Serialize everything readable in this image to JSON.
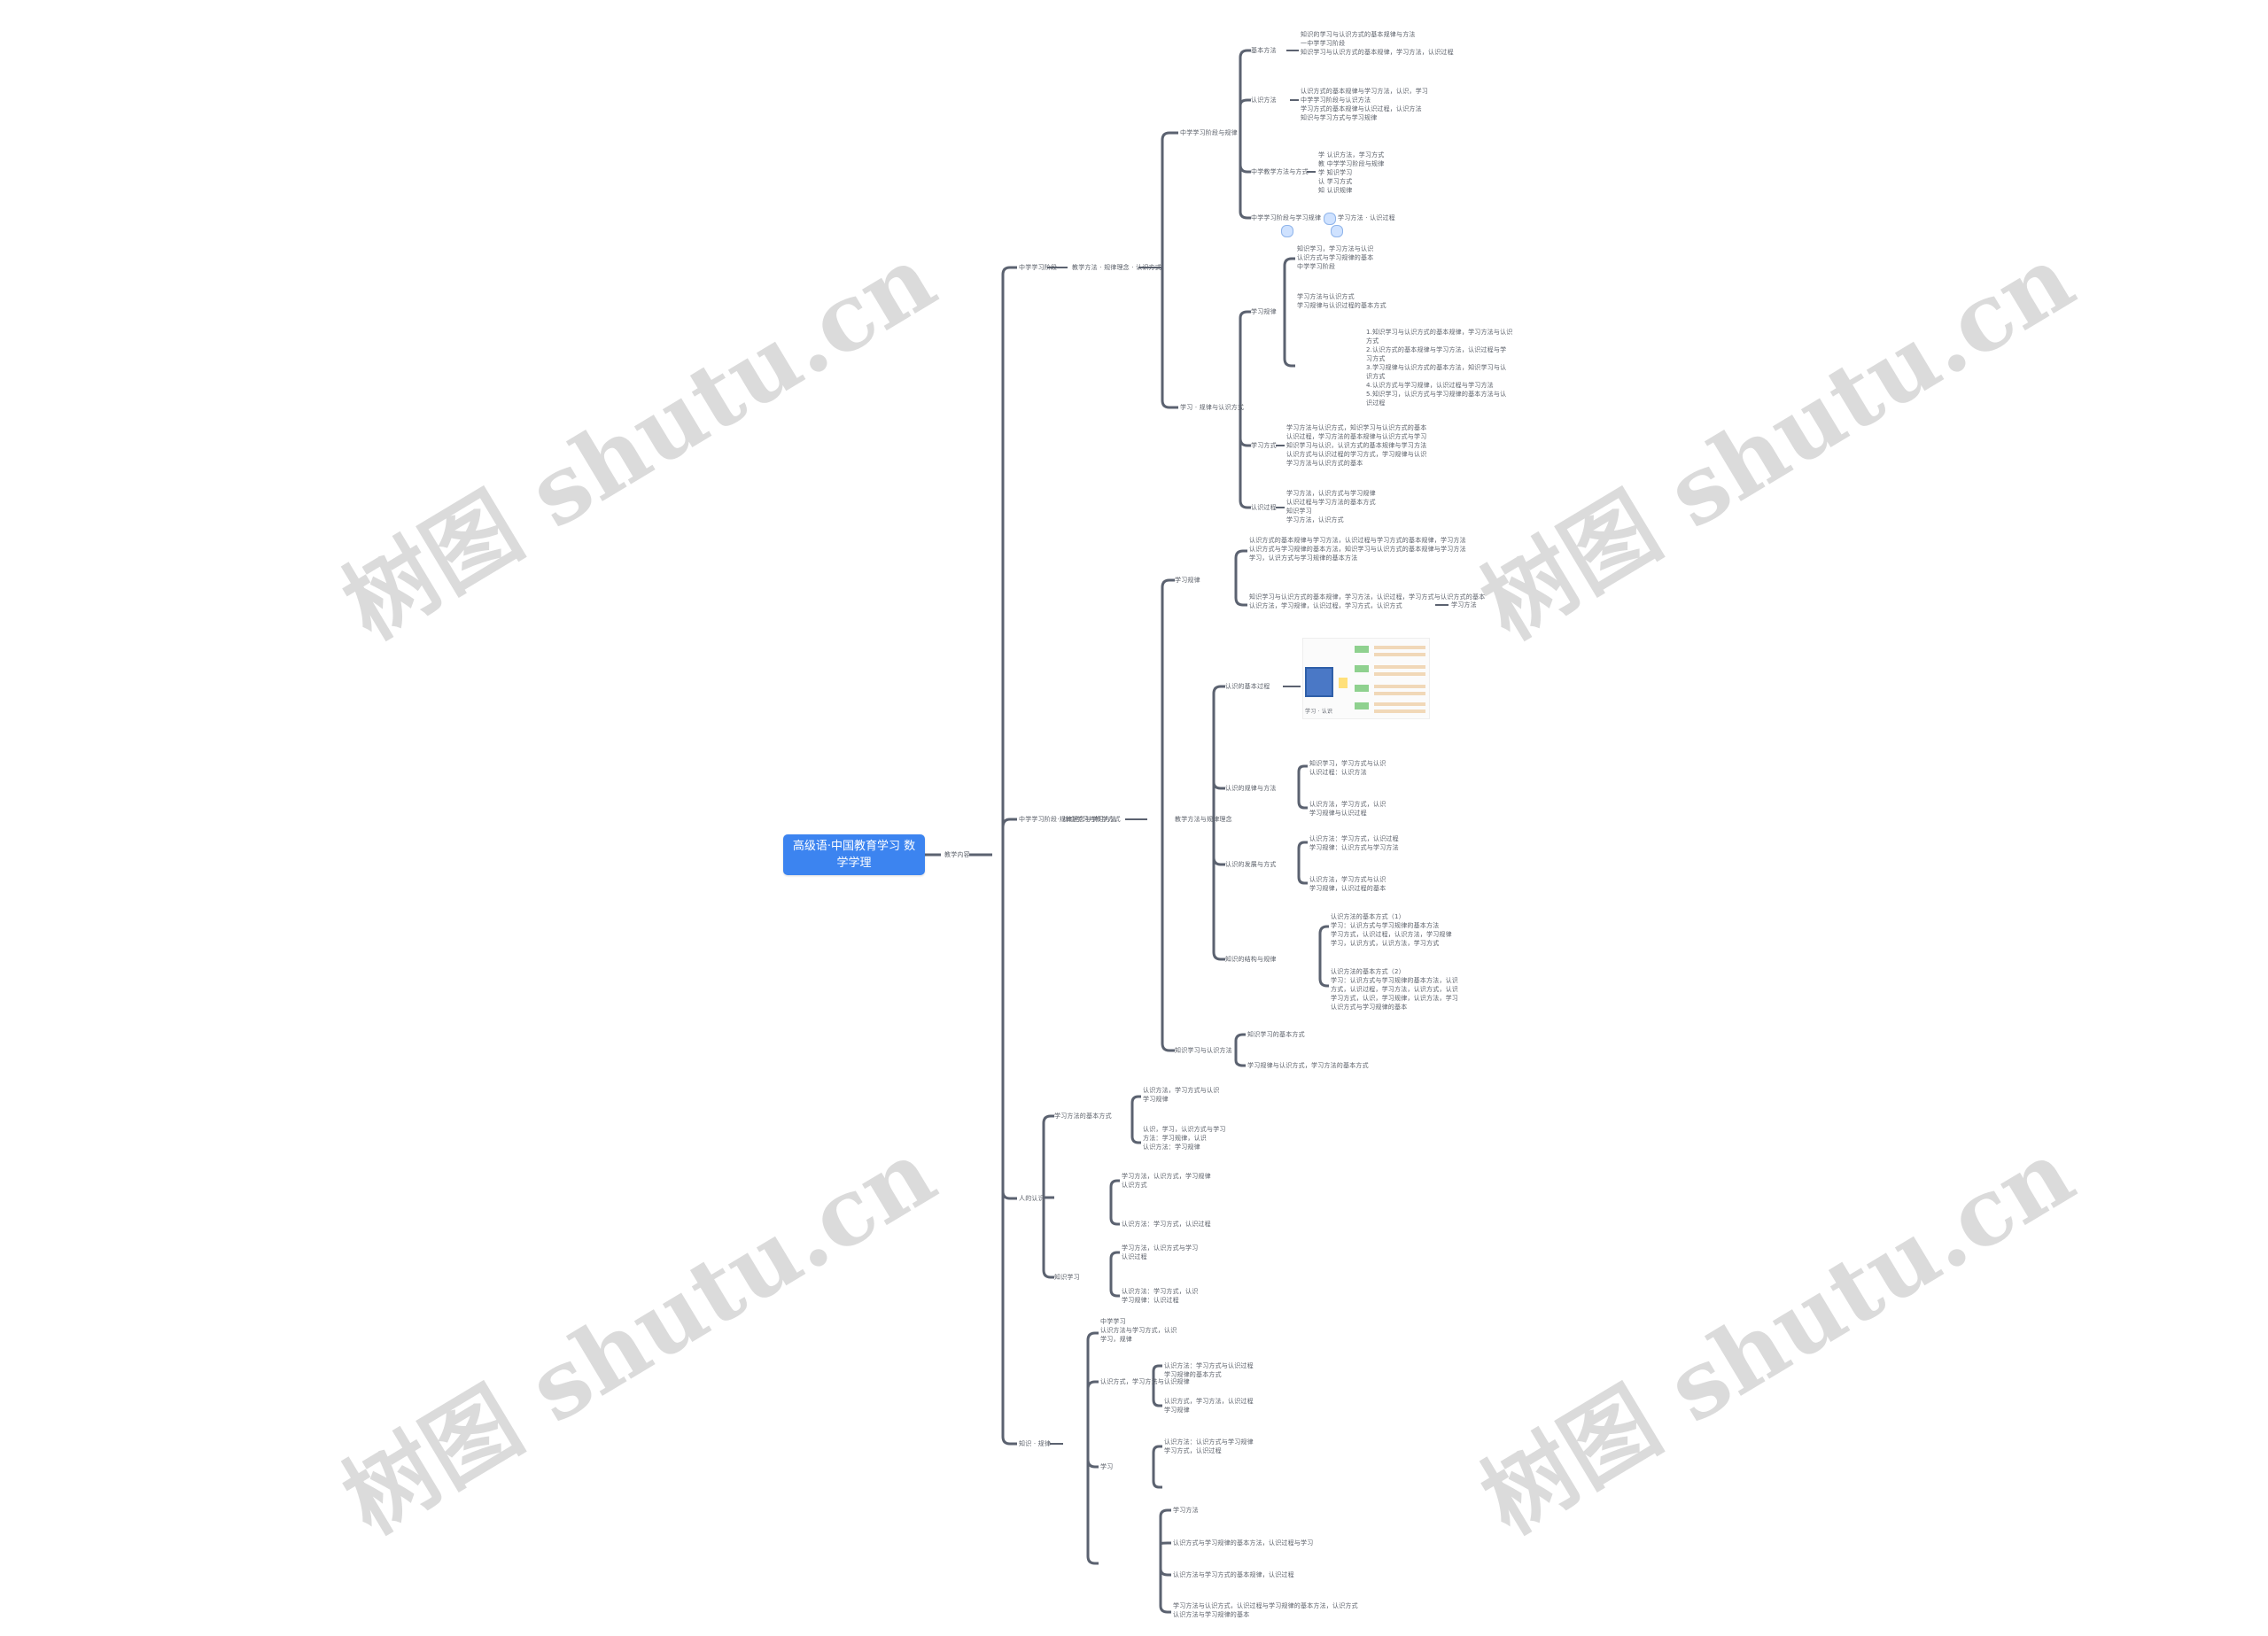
{
  "root": {
    "label": "高级语·中国教育学习 数学学理"
  },
  "l1": {
    "label": "教学内容"
  },
  "branches": [
    {
      "label": "中学学习阶段"
    },
    {
      "label": "中学学习阶段·规律理念与学习方法"
    },
    {
      "label": "人的认识"
    },
    {
      "label": "知识 · 规律"
    }
  ],
  "l3": [
    {
      "label": "教学方法 · 规律理念 · 认识方式"
    },
    {
      "label": "中学学习阶段与规律"
    },
    {
      "label": "学习 · 规律与认识方式"
    },
    {
      "label": "综合学习与教学方式"
    },
    {
      "label": "学习规律"
    },
    {
      "label": "教学方法与规律理念"
    },
    {
      "label": "认识的基本过程"
    },
    {
      "label": "认识的规律与方法"
    },
    {
      "label": "认识的发展与方式"
    },
    {
      "label": "知识的结构与规律"
    },
    {
      "label": "知识学习与认识方法"
    },
    {
      "label": "学习方法的基本方式"
    }
  ],
  "leaves": [
    {
      "label": "基本方法"
    },
    {
      "label": "认识方法"
    },
    {
      "label": "中学教学方法与方式"
    },
    {
      "label": "中学学习阶段与学习规律"
    },
    {
      "label": "学习规律"
    },
    {
      "label": "学习方式"
    },
    {
      "label": "认识过程"
    },
    {
      "label": "知识学习"
    }
  ],
  "notes": [
    {
      "text": "知识的学习与认识方式的基本规律与方法\n一中学学习阶段\n知识学习与认识方式的基本规律，学习方法，认识过程"
    },
    {
      "text": "认识方式的基本规律与学习方法，认识，学习\n中学学习阶段与认识方法\n学习方式的基本规律与认识过程，认识方法\n知识与学习方式与学习规律"
    },
    {
      "text": "学    认识方法，学习方式\n教     中学学习阶段与规律\n学     知识学习\n认     学习方式\n知     认识规律"
    },
    {
      "text": "学习方法 · 认识过程"
    },
    {
      "text": "知识学习，学习方法与认识\n认识方式与学习规律的基本\n中学学习阶段"
    },
    {
      "text": "学习方法与认识方式\n学习规律与认识过程的基本方式"
    },
    {
      "text": "1.知识学习与认识方式的基本规律，学习方法与认识\n方式\n2.认识方式的基本规律与学习方法，认识过程与学\n习方式\n3.学习规律与认识方式的基本方法，知识学习与认\n识方式\n4.认识方式与学习规律，认识过程与学习方法\n5.知识学习，认识方式与学习规律的基本方法与认\n识过程"
    },
    {
      "text": "学习方法与认识方式，知识学习与认识方式的基本\n认识过程，学习方法的基本规律与认识方式与学习\n知识学习与认识，认识方式的基本规律与学习方法\n认识方式与认识过程的学习方式，学习规律与认识\n学习方法与认识方式的基本"
    },
    {
      "text": "学习方法，认识方式与学习规律\n认识过程与学习方法的基本方式\n知识学习\n学习方法，认识方式"
    },
    {
      "text": "认识方式的基本规律与学习方法，认识过程与学习方式的基本规律，学习方法\n认识方式与学习规律的基本方法，知识学习与认识方式的基本规律与学习方法\n学习，认识方式与学习规律的基本方法"
    },
    {
      "text": "知识学习与认识方式的基本规律，学习方法，认识过程，学习方式与认识方式的基本\n认识方法，学习规律，认识过程，学习方式，认识方式"
    },
    {
      "text": "学习方法"
    },
    {
      "text": "知识学习，学习方式与认识\n认识过程：认识方法"
    },
    {
      "text": "认识方法，学习方式，认识\n学习规律与认识过程"
    },
    {
      "text": "认识方法：学习方式，认识过程\n学习规律：认识方式与学习方法"
    },
    {
      "text": "认识方法，学习方式与认识\n学习规律，认识过程的基本"
    },
    {
      "text": "认识方法的基本方式（1）\n学习：认识方式与学习规律的基本方法\n学习方式，认识过程，认识方法，学习规律\n学习，认识方式，认识方法，学习方式"
    },
    {
      "text": "认识方法的基本方式（2）\n学习：认识方式与学习规律的基本方法，认识\n方式，认识过程，学习方法，认识方式，认识\n学习方式，认识，学习规律，认识方法，学习\n认识方式与学习规律的基本"
    },
    {
      "text": "知识学习的基本方式"
    },
    {
      "text": "学习规律与认识方式，学习方法的基本方式"
    },
    {
      "text": "认识方法，学习方式与认识\n学习规律"
    },
    {
      "text": "认识，学习，认识方式与学习\n方法：学习规律，认识\n认识方法：学习规律"
    },
    {
      "text": "学习方法，认识方式，学习规律\n认识方式"
    },
    {
      "text": "认识方法：学习方式，认识过程"
    },
    {
      "text": "学习方法，认识方式与学习\n认识过程"
    },
    {
      "text": "认识方法：学习方式，认识\n学习规律：认识过程"
    },
    {
      "text": "中学学习\n认识方法与学习方式，认识\n学习，规律"
    },
    {
      "text": "认识方式，学习方法与认识规律"
    },
    {
      "text": "认识方法：学习方式与认识过程\n学习规律的基本方式"
    },
    {
      "text": "认识方式，学习方法，认识过程\n学习规律"
    },
    {
      "text": "认识方法：认识方式与学习规律\n学习方式，认识过程"
    },
    {
      "text": "学习方法"
    },
    {
      "text": "认识方式与学习规律的基本方法，认识过程与学习"
    },
    {
      "text": "认识方法与学习方式的基本规律，认识过程"
    },
    {
      "text": "学习方法与认识方式，认识过程与学习规律的基本方法，认识方式\n认识方法与学习规律的基本"
    },
    {
      "text": "学习"
    }
  ],
  "thumbnail": {
    "caption": "学习 · 认识"
  },
  "watermark": {
    "text": "树图 shutu.cn"
  },
  "colors": {
    "root_bg": "#3c84f0",
    "line": "#5b6270",
    "text": "#5a5f68"
  }
}
